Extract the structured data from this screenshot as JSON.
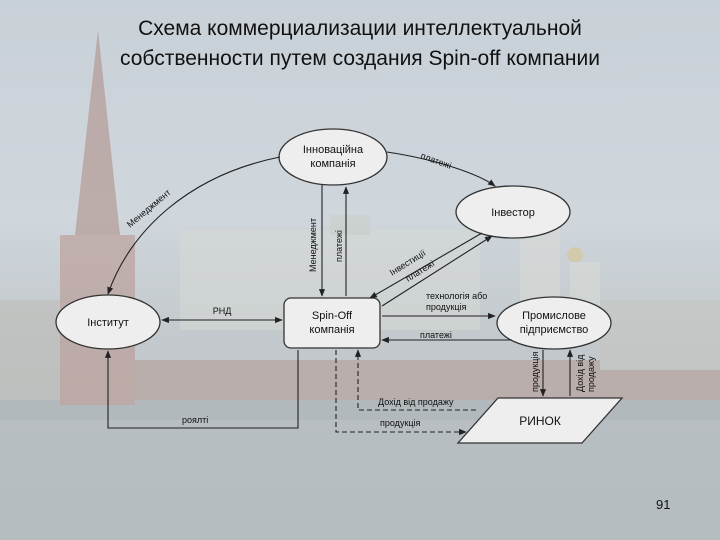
{
  "slide": {
    "title_line1": "Схема коммерциализации интеллектуальной",
    "title_line2": "собственности путем создания Spin-off  компании",
    "page_number": "91"
  },
  "nodes": {
    "innovation": {
      "line1": "Інноваційна",
      "line2": "компанія"
    },
    "investor": {
      "line1": "Інвестор"
    },
    "institute": {
      "line1": "Інститут"
    },
    "spinoff": {
      "line1": "Spin-Off",
      "line2": "компанія"
    },
    "industrial": {
      "line1": "Промислове",
      "line2": "підприємство"
    },
    "market": {
      "line1": "РИНОК"
    }
  },
  "edges": {
    "management_left": "Менеджмент",
    "management_center": "Менеджмент",
    "payments_center": "платежі",
    "payments_top": "платежі",
    "investments": "Інвестиції",
    "payments_diag": "платежі",
    "rnd": "РНД",
    "technology_line1": "технологія або",
    "technology_line2": "продукція",
    "payments_industry": "платежі",
    "products_vertical": "продукція",
    "income_vertical_line1": "Дохід від",
    "income_vertical_line2": "продажу",
    "income_sales": "Дохід від продажу",
    "products_market": "продукція",
    "royalty": "роялті"
  },
  "colors": {
    "node_fill": "#eeeeee",
    "node_stroke": "#333333",
    "arrow": "#222222",
    "background": "#c9d1d8"
  }
}
